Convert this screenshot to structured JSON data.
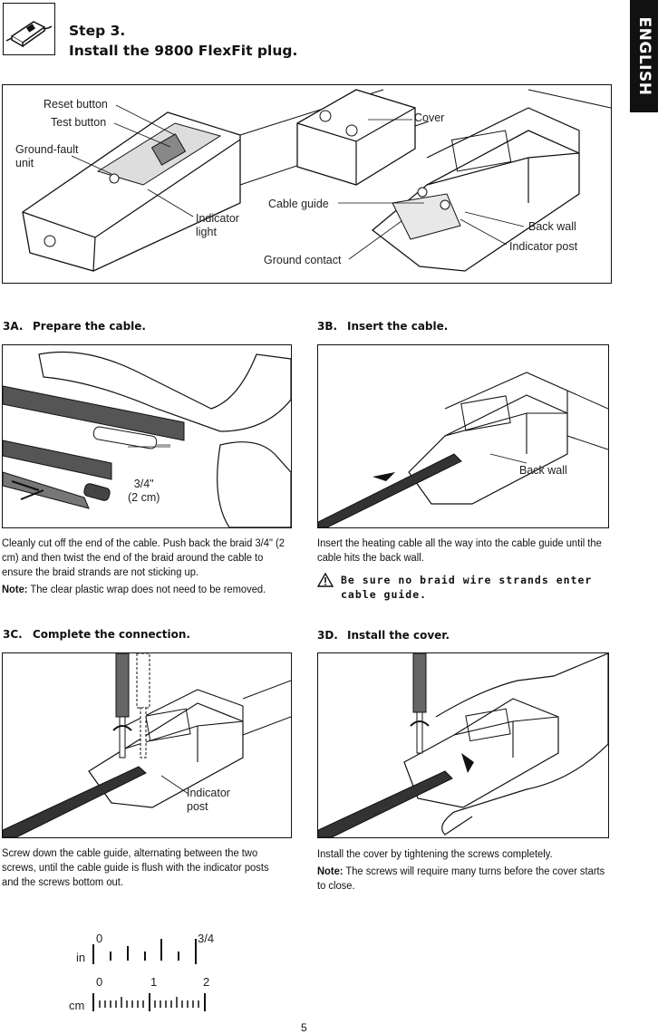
{
  "language_tab": "ENGLISH",
  "step": {
    "line1": "Step 3.",
    "line2": "Install the 9800 FlexFit plug."
  },
  "overview": {
    "labels": {
      "reset_button": "Reset button",
      "test_button": "Test button",
      "ground_fault_unit_1": "Ground-fault",
      "ground_fault_unit_2": "unit",
      "indicator_light_1": "Indicator",
      "indicator_light_2": "light",
      "cover": "Cover",
      "cable_guide": "Cable guide",
      "ground_contact": "Ground contact",
      "back_wall": "Back wall",
      "indicator_post": "Indicator post"
    }
  },
  "sections": {
    "a": {
      "num": "3A.",
      "title": "Prepare the cable.",
      "fig_label_1": "3/4\"",
      "fig_label_2": "(2 cm)",
      "text": "Cleanly cut off the end of the cable. Push back the braid 3/4\" (2 cm) and then twist the end of the braid around the cable to ensure the braid strands are not sticking up.",
      "note_label": "Note:",
      "note": " The clear plastic wrap does not need to be removed."
    },
    "b": {
      "num": "3B.",
      "title": "Insert the cable.",
      "fig_label": "Back wall",
      "text": "Insert the heating cable all the way into the cable guide until the cable hits the back wall.",
      "warning": "Be sure no braid wire strands enter cable guide."
    },
    "c": {
      "num": "3C.",
      "title": "Complete the connection.",
      "fig_label_1": "Indicator",
      "fig_label_2": "post",
      "text": "Screw down the cable guide, alternating between the two screws, until the cable guide is flush with the indicator posts and the screws bottom out."
    },
    "d": {
      "num": "3D.",
      "title": "Install the cover.",
      "text": "Install the cover by tightening the screws completely.",
      "note_label": "Note:",
      "note": " The screws will require many turns before the cover starts to close."
    }
  },
  "ruler": {
    "in_label": "in",
    "in_start": "0",
    "in_end": "3/4",
    "cm_label": "cm",
    "cm_0": "0",
    "cm_1": "1",
    "cm_2": "2"
  },
  "page_number": "5"
}
